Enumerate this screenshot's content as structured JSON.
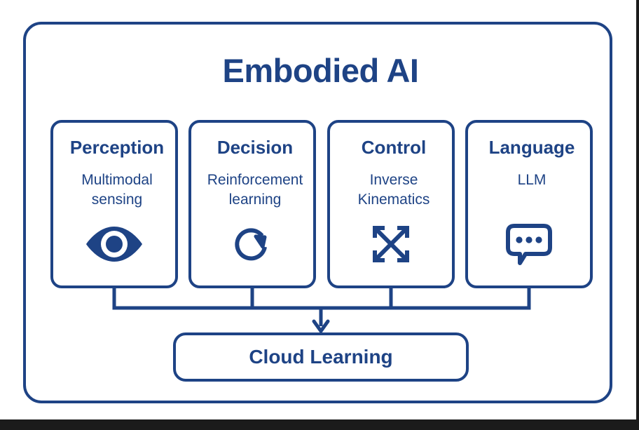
{
  "diagram": {
    "title": "Embodied AI",
    "accent_color": "#1e4385",
    "background_color": "#ffffff",
    "frame_color": "#1b1b1b",
    "pillars": [
      {
        "title": "Perception",
        "subtitle": "Multimodal\nsensing",
        "subtitle_line1": "Multimodal",
        "subtitle_line2": "sensing",
        "icon": "eye-icon"
      },
      {
        "title": "Decision",
        "subtitle": "Reinforcement\nlearning",
        "subtitle_line1": "Reinforcement",
        "subtitle_line2": "learning",
        "icon": "refresh-cycle-icon"
      },
      {
        "title": "Control",
        "subtitle": "Inverse\nKinematics",
        "subtitle_line1": "Inverse",
        "subtitle_line2": "Kinematics",
        "icon": "four-way-arrows-icon"
      },
      {
        "title": "Language",
        "subtitle": "LLM",
        "subtitle_line1": "LLM",
        "subtitle_line2": "",
        "icon": "speech-bubble-icon"
      }
    ],
    "output_node": {
      "label": "Cloud Learning"
    },
    "connector": {
      "description": "four pillar drop lines join a horizontal bus which feeds a downward arrow into the output node",
      "arrow_direction": "down"
    }
  }
}
